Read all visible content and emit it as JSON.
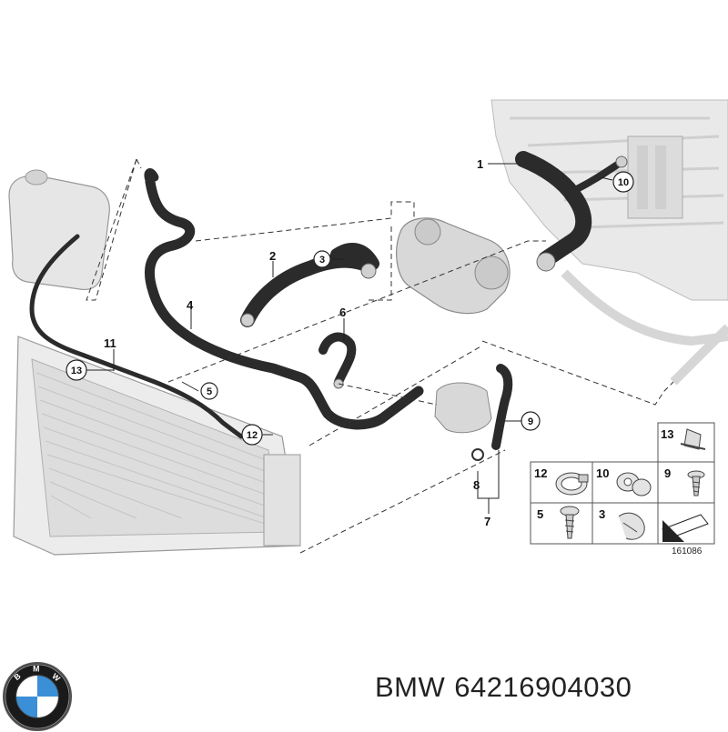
{
  "diagram": {
    "callouts": [
      "1",
      "2",
      "3",
      "4",
      "5",
      "6",
      "7",
      "8",
      "9",
      "10",
      "11",
      "12",
      "13"
    ],
    "circled_callouts": [
      "3",
      "5",
      "9",
      "10",
      "12",
      "13"
    ],
    "legend": {
      "items": [
        {
          "label": "13"
        },
        {
          "label": "12"
        },
        {
          "label": "10"
        },
        {
          "label": "9"
        },
        {
          "label": "5"
        },
        {
          "label": "3"
        }
      ]
    },
    "reference_number": "161086"
  },
  "footer": {
    "brand": "BMW",
    "part_number": "64216904030"
  },
  "colors": {
    "hose": "#2b2b2b",
    "part_gray": "#cfcfcf",
    "outline": "#555555"
  }
}
